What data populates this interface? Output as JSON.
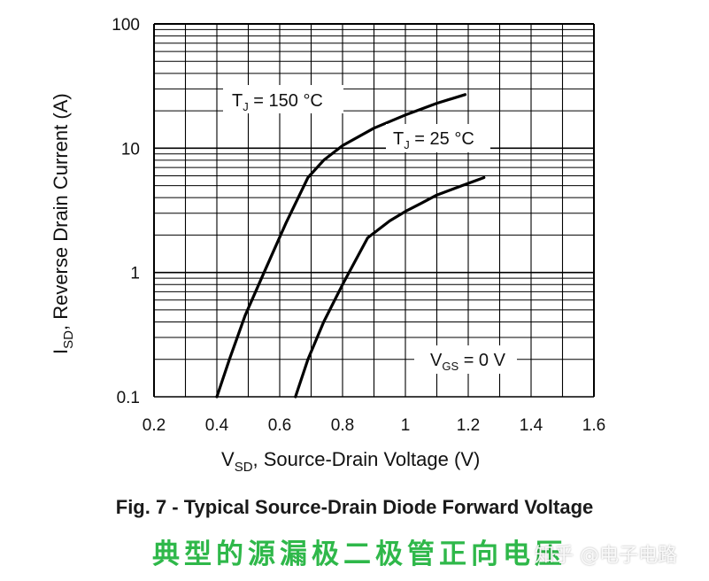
{
  "chart_data": {
    "type": "line",
    "xlabel": {
      "main": "V",
      "sub": "SD",
      "rest": ", Source-Drain Voltage (V)"
    },
    "ylabel": {
      "main": "I",
      "sub": "SD",
      "rest": ", Reverse Drain Current (A)"
    },
    "xlim": [
      0.2,
      1.6
    ],
    "ylim": [
      0.1,
      100
    ],
    "yscale": "log",
    "grid": true,
    "x_ticks": [
      "0.2",
      "0.4",
      "0.6",
      "0.8",
      "1",
      "1.2",
      "1.4",
      "1.6"
    ],
    "y_ticks": [
      "0.1",
      "1",
      "10",
      "100"
    ],
    "series": [
      {
        "label": {
          "main": "T",
          "sub": "J",
          "rest": " = 150 °C"
        },
        "x": [
          0.4,
          0.44,
          0.49,
          0.55,
          0.62,
          0.69,
          0.74,
          0.8,
          0.9,
          1.0,
          1.1,
          1.19
        ],
        "y": [
          0.1,
          0.2,
          0.45,
          1.0,
          2.5,
          5.8,
          8.0,
          10.5,
          14.5,
          18.5,
          23.0,
          27.0
        ]
      },
      {
        "label": {
          "main": "T",
          "sub": "J",
          "rest": " = 25 °C"
        },
        "x": [
          0.65,
          0.69,
          0.74,
          0.8,
          0.88,
          0.95,
          1.0,
          1.05,
          1.1,
          1.18,
          1.25
        ],
        "y": [
          0.1,
          0.2,
          0.4,
          0.8,
          1.9,
          2.6,
          3.1,
          3.6,
          4.2,
          5.0,
          5.8
        ]
      }
    ],
    "annotations": [
      {
        "main": "V",
        "sub": "GS",
        "rest": " = 0 V"
      }
    ]
  },
  "caption": {
    "english": "Fig. 7 - Typical Source-Drain Diode Forward Voltage",
    "chinese": "典型的源漏极二极管正向电压"
  },
  "watermark": "知乎 @电子电路"
}
